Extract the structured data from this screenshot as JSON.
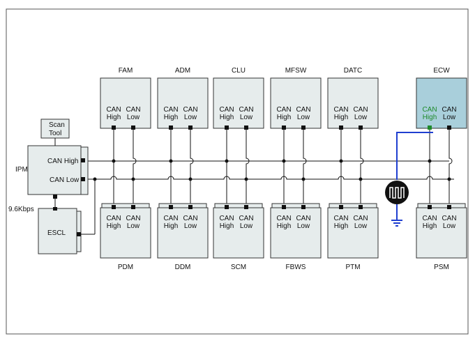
{
  "colors": {
    "module_fill": "#e6ecec",
    "ecw_fill": "#a9cfdb",
    "bus": "#111111",
    "highlight_wire": "#1f3fd0",
    "highlight_text": "#1e8a2a",
    "scope_fill": "#111111"
  },
  "top_modules": [
    {
      "name": "FAM",
      "can_high": "CAN\nHigh",
      "can_low": "CAN\nLow"
    },
    {
      "name": "ADM",
      "can_high": "CAN\nHigh",
      "can_low": "CAN\nLow"
    },
    {
      "name": "CLU",
      "can_high": "CAN\nHigh",
      "can_low": "CAN\nLow"
    },
    {
      "name": "MFSW",
      "can_high": "CAN\nHigh",
      "can_low": "CAN\nLow"
    },
    {
      "name": "DATC",
      "can_high": "CAN\nHigh",
      "can_low": "CAN\nLow"
    },
    {
      "name": "ECW",
      "can_high": "CAN\nHigh",
      "can_low": "CAN\nLow",
      "highlighted": true
    }
  ],
  "bottom_modules": [
    {
      "name": "PDM",
      "can_high": "CAN\nHigh",
      "can_low": "CAN\nLow"
    },
    {
      "name": "DDM",
      "can_high": "CAN\nHigh",
      "can_low": "CAN\nLow"
    },
    {
      "name": "SCM",
      "can_high": "CAN\nHigh",
      "can_low": "CAN\nLow"
    },
    {
      "name": "FBWS",
      "can_high": "CAN\nHigh",
      "can_low": "CAN\nLow"
    },
    {
      "name": "PTM",
      "can_high": "CAN\nHigh",
      "can_low": "CAN\nLow"
    },
    {
      "name": "PSM",
      "can_high": "CAN\nHigh",
      "can_low": "CAN\nLow"
    }
  ],
  "ipm": {
    "name": "IPM",
    "can_high_label": "CAN High",
    "can_low_label": "CAN Low",
    "speed_label": "9.6Kbps"
  },
  "scan_tool": {
    "label_line1": "Scan",
    "label_line2": "Tool"
  },
  "escl": {
    "label": "ESCL"
  }
}
